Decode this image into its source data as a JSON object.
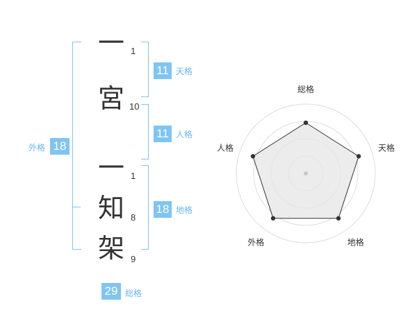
{
  "name": {
    "characters": [
      {
        "char": "一",
        "strokes": "1"
      },
      {
        "char": "宮",
        "strokes": "10"
      },
      {
        "char": "一",
        "strokes": "1"
      },
      {
        "char": "知",
        "strokes": "8"
      },
      {
        "char": "架",
        "strokes": "9"
      }
    ]
  },
  "fortune": {
    "tenkaku": {
      "value": "11",
      "label": "天格"
    },
    "jinkaku": {
      "value": "11",
      "label": "人格"
    },
    "chikaku": {
      "value": "18",
      "label": "地格"
    },
    "gaikaku": {
      "value": "18",
      "label": "外格"
    },
    "soukaku": {
      "value": "29",
      "label": "総格"
    }
  },
  "chart_data": {
    "type": "radar",
    "axes": [
      "総格",
      "天格",
      "地格",
      "外格",
      "人格"
    ],
    "values": [
      0.73,
      0.8,
      0.8,
      0.8,
      0.8
    ],
    "max": 1,
    "rings": 4,
    "colors": {
      "fill": "#e6e6e6",
      "line": "#333333",
      "ring": "#dddddd",
      "accent": "#7fc4f2"
    }
  }
}
